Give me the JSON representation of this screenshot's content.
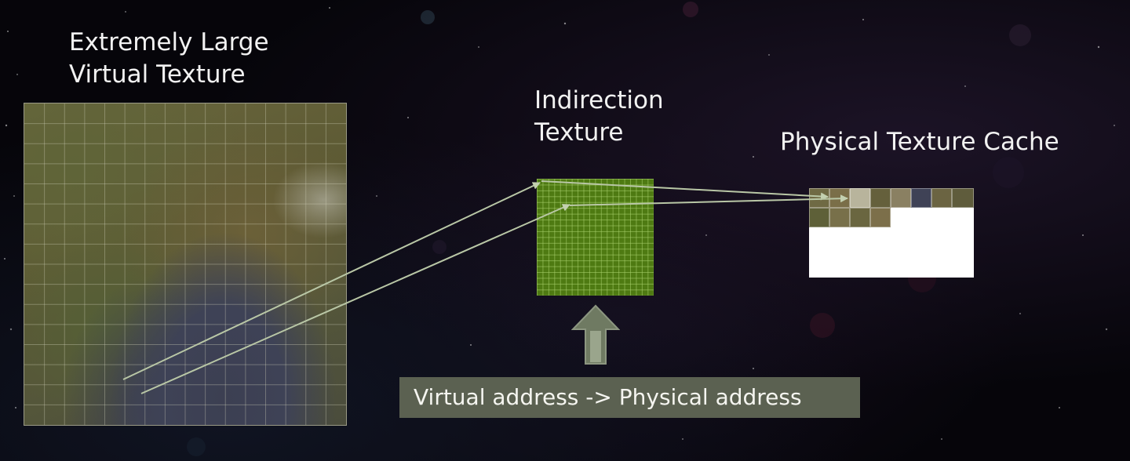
{
  "labels": {
    "virtual_texture": "Extremely Large\nVirtual Texture",
    "indirection_texture": "Indirection\nTexture",
    "physical_cache": "Physical Texture Cache",
    "address_mapping": "Virtual address -> Physical address"
  },
  "colors": {
    "arrow": "#b9c7a6",
    "indirection_fill": "#4e7a12",
    "address_box": "#5b6151",
    "up_arrow": "#6f7a62"
  }
}
